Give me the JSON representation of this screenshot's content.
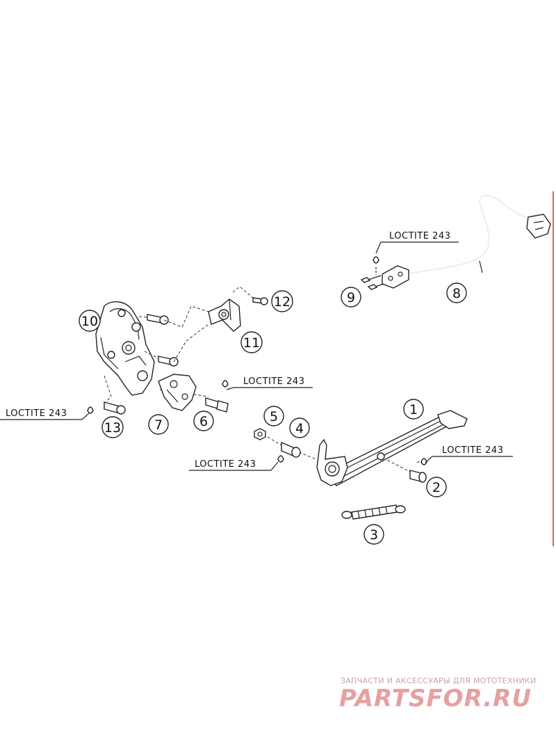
{
  "callouts": {
    "c1": "1",
    "c2": "2",
    "c3": "3",
    "c4": "4",
    "c5": "5",
    "c6": "6",
    "c7": "7",
    "c8": "8",
    "c9": "9",
    "c10": "10",
    "c11": "11",
    "c12": "12",
    "c13": "13"
  },
  "loctite": {
    "top": "LOCTITE 243",
    "left_mid": "LOCTITE 243",
    "left": "LOCTITE 243",
    "center": "LOCTITE 243",
    "right": "LOCTITE 243"
  },
  "watermark": {
    "caption": "ЗАПЧАСТИ И АКСЕССУАРЫ ДЛЯ МОТОТЕХНИКИ",
    "logo": "PARTSFOR.RU"
  },
  "colors": {
    "watermark": "#e6a0a0",
    "edge_line": "#e06060"
  }
}
